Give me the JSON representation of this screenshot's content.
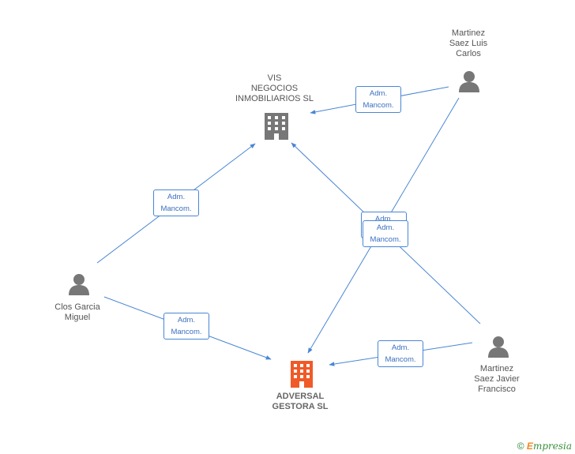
{
  "nodes": {
    "vis": {
      "label": "VIS\nNEGOCIOS\nINMOBILIARIOS SL",
      "type": "company"
    },
    "adversal": {
      "label": "ADVERSAL\nGESTORA SL",
      "type": "company-main"
    },
    "martinez_luis": {
      "label": "Martinez\nSaez Luis\nCarlos",
      "type": "person"
    },
    "clos": {
      "label": "Clos Garcia\nMiguel",
      "type": "person"
    },
    "martinez_javier": {
      "label": "Martinez\nSaez Javier\nFrancisco",
      "type": "person"
    }
  },
  "edges": [
    {
      "from": "martinez_luis",
      "to": "vis",
      "label": "Adm.\nMancom."
    },
    {
      "from": "clos",
      "to": "vis",
      "label": "Adm.\nMancom."
    },
    {
      "from": "clos",
      "to": "adversal",
      "label": "Adm.\nMancom."
    },
    {
      "from": "martinez_javier",
      "to": "adversal",
      "label": "Adm.\nMancom."
    },
    {
      "from": "martinez_javier",
      "to": "vis",
      "label": "Adm.\nMancom."
    },
    {
      "from": "martinez_luis",
      "to": "adversal",
      "label": "Adm.\nMancom."
    }
  ],
  "colors": {
    "edge": "#4a86d4",
    "company_icon": "#777777",
    "main_company_icon": "#f05a28",
    "person_icon": "#777777"
  },
  "footer": {
    "copyright_symbol": "©",
    "brand_e": "E",
    "brand_rest": "mpresia"
  }
}
